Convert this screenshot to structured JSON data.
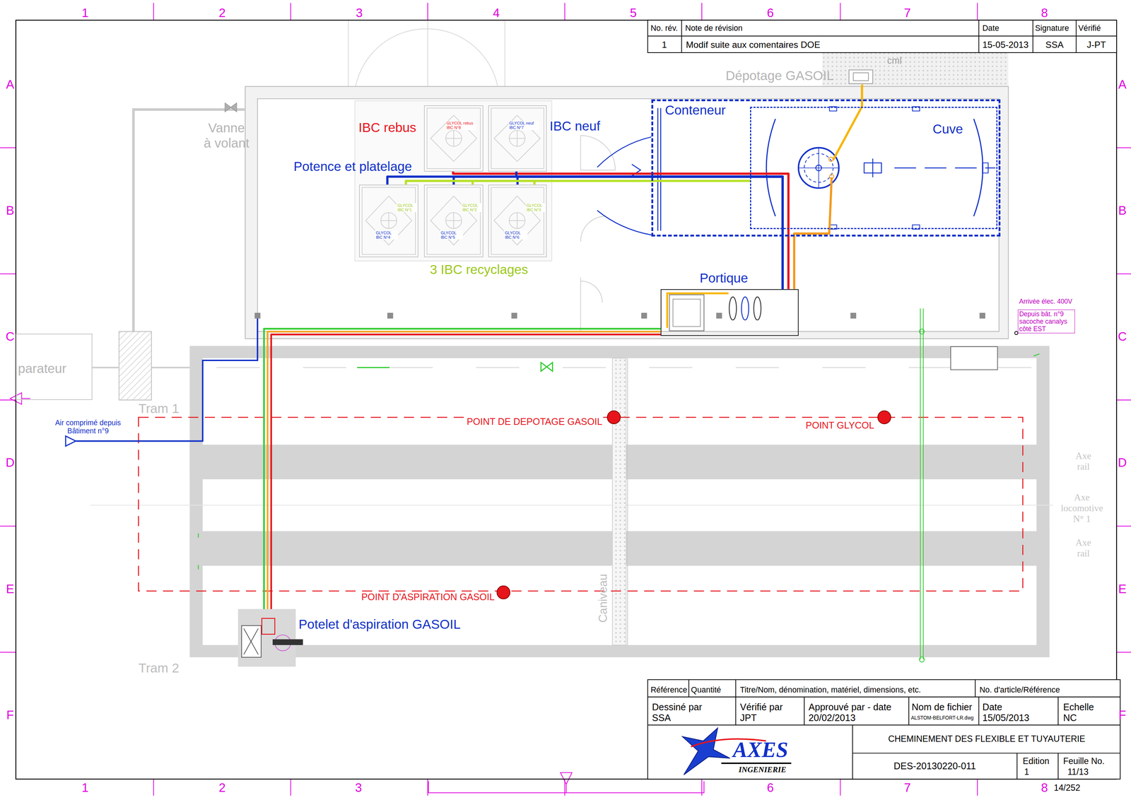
{
  "diagram": {
    "title": "CHEMINEMENT DES FLEXIBLE ET TUYAUTERIE",
    "nodes": [
      {
        "text": [
          "Dépotage GASOIL"
        ]
      },
      {
        "text": [
          "Conteneur"
        ]
      },
      {
        "text": [
          "Cuve"
        ],
        "in": 1
      },
      {
        "text": [
          "GLYCOL rebus IBC N°8"
        ]
      },
      {
        "text": [
          "GLYCOL neuf IBC N°7"
        ]
      },
      {
        "text": [
          "GLYCOL IBC N°1",
          "GLYCOL IBC N°4"
        ]
      },
      {
        "text": [
          "GLYCOL IBC N°2",
          "GLYCOL IBC N°5"
        ]
      },
      {
        "text": [
          "GLYCOL IBC N°3",
          "GLYCOL IBC N°6"
        ]
      },
      {
        "text": [
          "Portique"
        ]
      },
      {
        "text": [
          "parateur"
        ]
      },
      {
        "text": [
          "Potelet d'aspiration GASOIL"
        ]
      }
    ],
    "edges": [
      {
        "from": 3,
        "to": 8,
        "arrow": "none"
      },
      {
        "from": 4,
        "to": 8,
        "arrow": "none"
      },
      {
        "from": 5,
        "to": 8,
        "arrow": "none"
      },
      {
        "from": 6,
        "to": 8,
        "arrow": "none"
      },
      {
        "from": 7,
        "to": 8,
        "arrow": "none"
      },
      {
        "from": 5,
        "to": 2,
        "arrow": "none"
      },
      {
        "from": 6,
        "to": 2,
        "arrow": "none"
      },
      {
        "from": 7,
        "to": 2,
        "arrow": "none"
      },
      {
        "from": 0,
        "to": 2,
        "arrow": "none"
      },
      {
        "from": 2,
        "to": 8,
        "arrow": "none"
      },
      {
        "from": 8,
        "to": 10,
        "arrow": "none"
      },
      {
        "from": 8,
        "to": 10,
        "arrow": "none"
      },
      {
        "from": 8,
        "to": 10,
        "arrow": "none"
      }
    ],
    "labels": [
      "No. rév.",
      "Note de révision",
      "Date",
      "Signature",
      "Vérifié",
      "1",
      "Modif suite aux comentaires DOE",
      "15-05-2013",
      "SSA",
      "J-PT",
      "1",
      "2",
      "3",
      "4",
      "5",
      "6",
      "7",
      "8",
      "A",
      "B",
      "C",
      "D",
      "E",
      "F",
      "A",
      "B",
      "C",
      "D",
      "E",
      "F",
      "1",
      "2",
      "3",
      "6",
      "7",
      "8",
      "cml",
      "Vanne à volant",
      "IBC rebus",
      "IBC neuf",
      "Potence et platelage",
      "3 IBC recyclages",
      "Arrivée élec. 400V",
      "Depuis bât. n°9 sacoche canalys côté EST",
      "Tram 1",
      "Air comprimé depuis Bâtiment n°9",
      "POINT DE DEPOTAGE GASOIL",
      "POINT GLYCOL",
      "Axe rail",
      "Axe locomotive N° 1",
      "Axe rail",
      "POINT D'ASPIRATION GASOIL",
      "Caniveau",
      "Tram 2",
      "Référence",
      "Quantité",
      "Titre/Nom, dénomination, matériel, dimensions, etc.",
      "No. d'article/Référence",
      "Dessiné par",
      "Vérifié par",
      "Approuvé par - date",
      "Nom de fichier",
      "Date",
      "Echelle",
      "SSA",
      "JPT",
      "20/02/2013",
      "ALSTOM-BELFORT-LR.dwg",
      "15/05/2013",
      "NC",
      "AXES",
      "INGENIERIE",
      "DES-20130220-011",
      "Edition",
      "Feuille No.",
      "1",
      "11/13",
      "14/252"
    ]
  }
}
